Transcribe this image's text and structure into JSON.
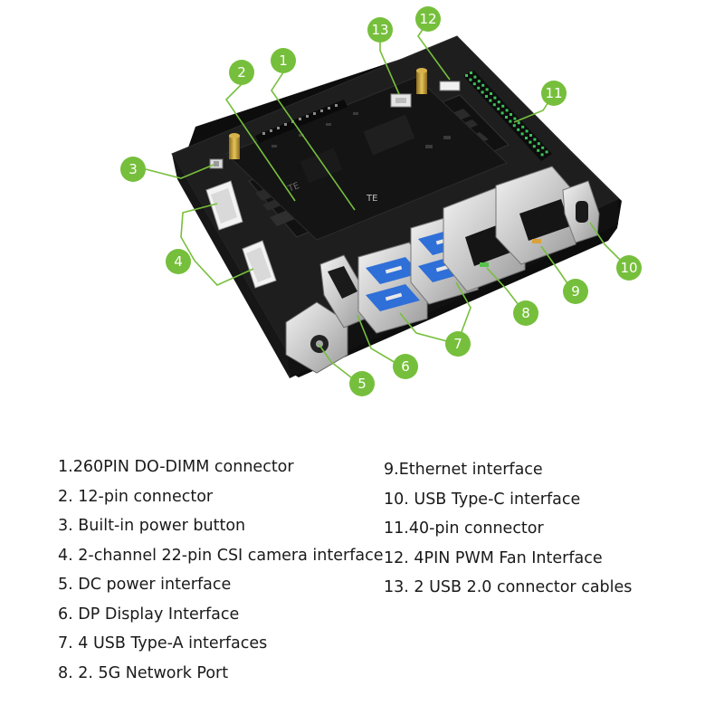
{
  "callouts": [
    {
      "num": "1"
    },
    {
      "num": "2"
    },
    {
      "num": "3"
    },
    {
      "num": "4"
    },
    {
      "num": "5"
    },
    {
      "num": "6"
    },
    {
      "num": "7"
    },
    {
      "num": "8"
    },
    {
      "num": "9"
    },
    {
      "num": "10"
    },
    {
      "num": "11"
    },
    {
      "num": "12"
    },
    {
      "num": "13"
    }
  ],
  "board_marks": {
    "module_brand": "TE",
    "module_brand_left": "TE"
  },
  "legend": {
    "left": [
      "1.260PIN DO-DIMM connector",
      "2. 12-pin connector",
      "3. Built-in power button",
      "4. 2-channel 22-pin CSI camera interface",
      "5. DC power interface",
      "6. DP Display Interface",
      "7. 4 USB Type-A interfaces",
      "8. 2. 5G Network Port"
    ],
    "right": [
      "9.Ethernet interface",
      "10. USB Type-C interface",
      "11.40-pin connector",
      "12. 4PIN PWM Fan Interface",
      "13. 2 USB 2.0 connector cables"
    ]
  },
  "colors": {
    "callout_green": "#76bf3c",
    "board": "#1c1c1c",
    "usb3_blue": "#2f6fd8",
    "metal": "#c9c9c9"
  }
}
